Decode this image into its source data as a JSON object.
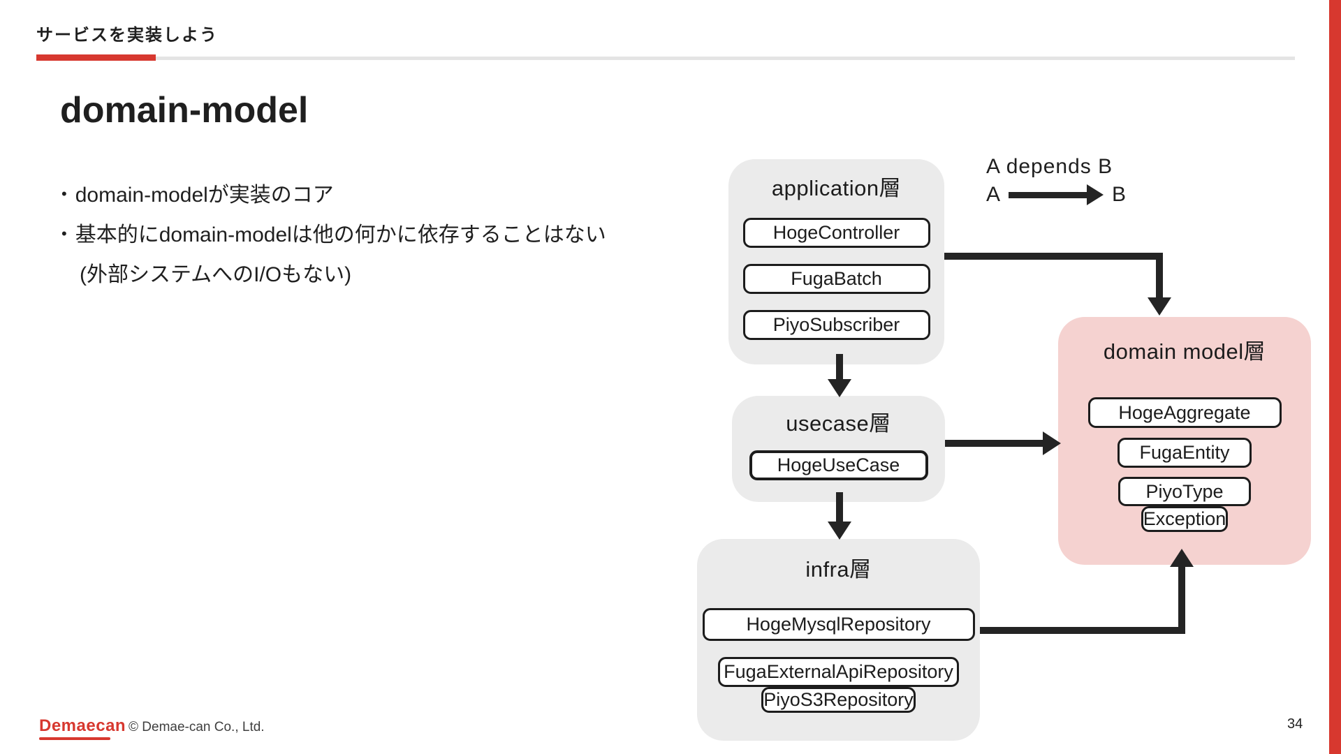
{
  "colors": {
    "brand_red": "#d7382f",
    "layer_gray": "#ebebeb",
    "domain_pink": "#f5d2d0",
    "arrow_black": "#242424"
  },
  "header": {
    "eyebrow": "サービスを実装しよう"
  },
  "main": {
    "title": "domain-model",
    "bullets": [
      "domain-modelが実装のコア",
      "基本的にdomain-modelは他の何かに依存することはない"
    ],
    "bullet_note": "(外部システムへのI/Oもない)"
  },
  "legend": {
    "caption": "A depends B",
    "from_label": "A",
    "to_label": "B"
  },
  "diagram": {
    "application": {
      "label": "application層",
      "items": [
        "HogeController",
        "FugaBatch",
        "PiyoSubscriber"
      ]
    },
    "usecase": {
      "label": "usecase層",
      "items": [
        "HogeUseCase"
      ]
    },
    "infra": {
      "label": "infra層",
      "items": [
        "HogeMysqlRepository",
        "FugaExternalApiRepository",
        "PiyoS3Repository"
      ]
    },
    "domain_model": {
      "label": "domain model層",
      "items": [
        "HogeAggregate",
        "FugaEntity",
        "PiyoType",
        "Exception"
      ]
    }
  },
  "footer": {
    "logo_text": "Demaecan",
    "copyright": "© Demae-can Co., Ltd.",
    "page_number": "34"
  }
}
